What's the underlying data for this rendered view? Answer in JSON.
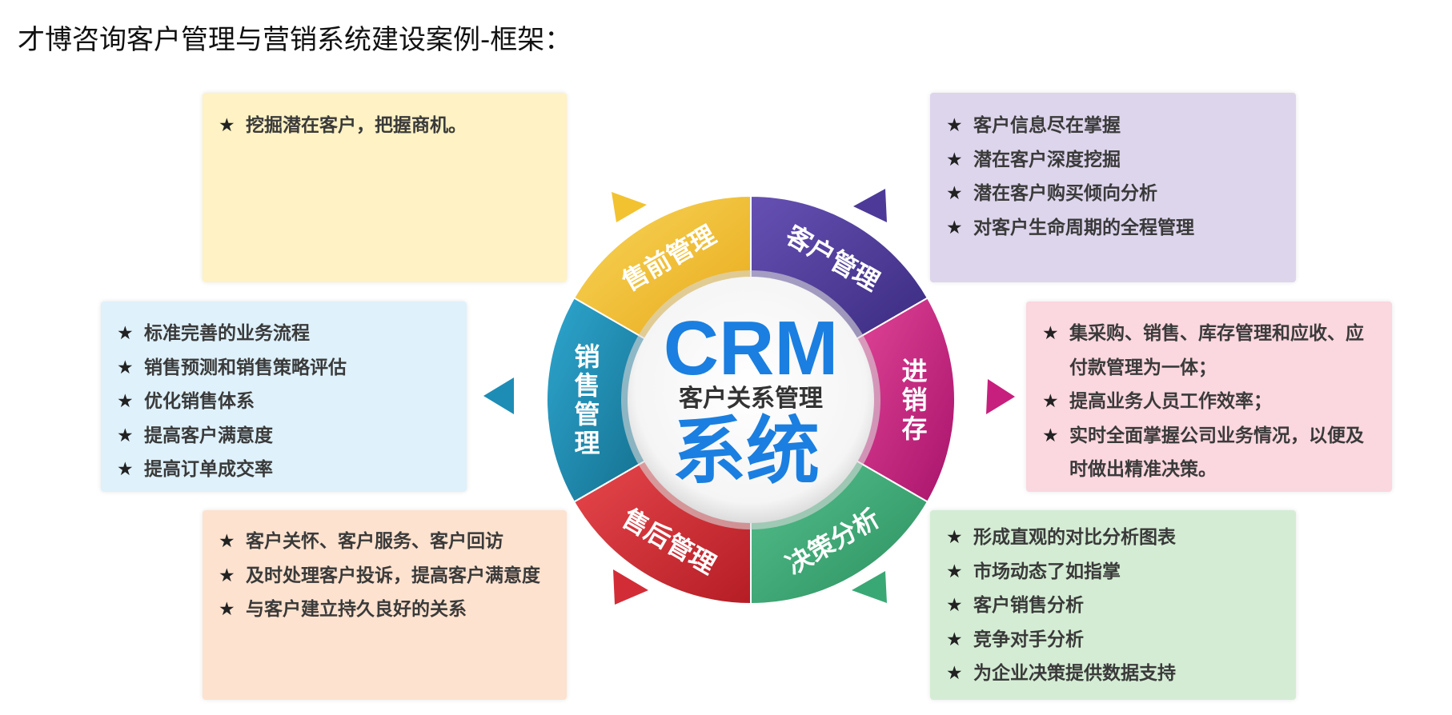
{
  "title": "才博咨询客户管理与营销系统建设案例-框架：",
  "wheel": {
    "center": {
      "crm": "CRM",
      "subtitle": "客户关系管理",
      "system": "系统"
    },
    "segments": [
      {
        "id": "presales",
        "label": "售前管理",
        "color": "#f2c230"
      },
      {
        "id": "customer",
        "label": "客户管理",
        "color": "#4d3a98"
      },
      {
        "id": "inventory",
        "label": "进销存",
        "color": "#c71f7d"
      },
      {
        "id": "decision",
        "label": "决策分析",
        "color": "#3aa874"
      },
      {
        "id": "aftersales",
        "label": "售后管理",
        "color": "#d22d36"
      },
      {
        "id": "sales",
        "label": "销售管理",
        "color": "#1d8db6"
      }
    ],
    "colors": {
      "crm_text": "#1a7fe0",
      "subtitle_text": "#333333"
    }
  },
  "star": "★",
  "cards": {
    "presales": {
      "color": "#fff2c4",
      "items": [
        "挖掘潜在客户，把握商机。"
      ]
    },
    "customer": {
      "color": "#ddd5ec",
      "items": [
        "客户信息尽在掌握",
        "潜在客户深度挖掘",
        "潜在客户购买倾向分析",
        "对客户生命周期的全程管理"
      ]
    },
    "sales": {
      "color": "#dff1fb",
      "items": [
        "标准完善的业务流程",
        "销售预测和销售策略评估",
        "优化销售体系",
        "提高客户满意度",
        "提高订单成交率"
      ]
    },
    "inventory": {
      "color": "#fbd7df",
      "items": [
        "集采购、销售、库存管理和应收、应付款管理为一体；",
        "提高业务人员工作效率；",
        "实时全面掌握公司业务情况，以便及时做出精准决策。"
      ]
    },
    "aftersales": {
      "color": "#fde2cf",
      "items": [
        "客户关怀、客户服务、客户回访",
        "及时处理客户投诉，提高客户满意度",
        "与客户建立持久良好的关系"
      ]
    },
    "decision": {
      "color": "#d4ecd4",
      "items": [
        "形成直观的对比分析图表",
        "市场动态了如指掌",
        "客户销售分析",
        "竞争对手分析",
        "为企业决策提供数据支持"
      ]
    }
  }
}
